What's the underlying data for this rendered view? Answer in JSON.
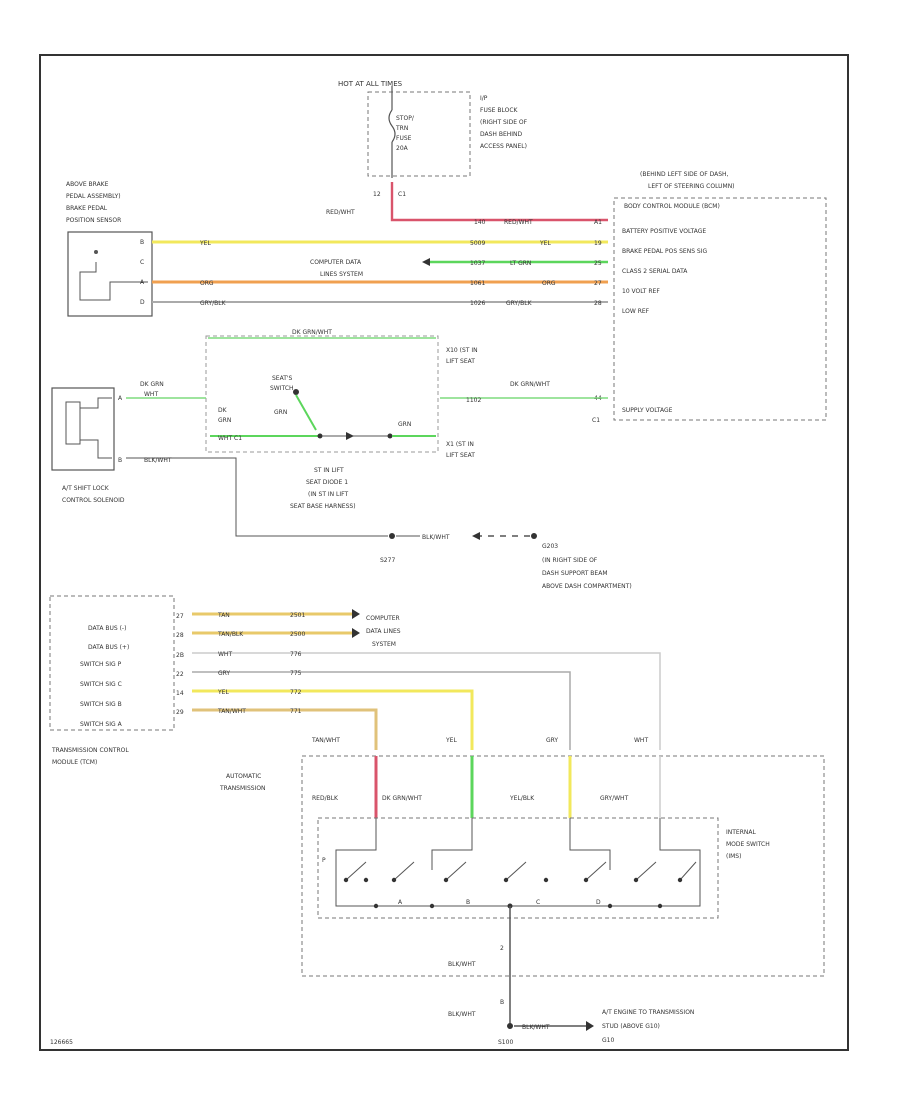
{
  "fuse": {
    "hot_label": "HOT AT ALL TIMES",
    "name_lines": [
      "STOP/",
      "TRN",
      "FUSE",
      "20A"
    ],
    "location_lines": [
      "I/P",
      "FUSE BLOCK",
      "(RIGHT SIDE OF",
      "DASH BEHIND",
      "ACCESS PANEL)"
    ],
    "pin": "12",
    "conn": "C1"
  },
  "brake_switch": {
    "title_lines": [
      "ABOVE BRAKE",
      "PEDAL ASSEMBLY)",
      "BRAKE PEDAL",
      "POSITION SENSOR"
    ],
    "pins": [
      "B",
      "C",
      "A",
      "D"
    ]
  },
  "bcm": {
    "location_lines": [
      "(BEHIND LEFT SIDE OF DASH,",
      "LEFT OF STEERING COLUMN)"
    ],
    "title": "BODY CONTROL MODULE (BCM)",
    "pins": [
      "A1",
      "19",
      "25",
      "27",
      "28"
    ],
    "circuits": [
      "BATTERY POSITIVE VOLTAGE",
      "BRAKE PEDAL POS SENS SIG",
      "CLASS 2 SERIAL DATA",
      "10 VOLT REF",
      "LOW REF"
    ],
    "supply_label": "SUPPLY VOLTAGE",
    "supply_pin": "44",
    "supply_conn": "C1"
  },
  "wires_top": {
    "red_wht": "RED/WHT",
    "red_wht_circuit": "140",
    "red_wht_right": "RED/WHT",
    "yel": "YEL",
    "yel_circuit": "5009",
    "yel_right": "YEL",
    "lt_grn_circuit": "1037",
    "lt_grn": "LT GRN",
    "computer_data": [
      "COMPUTER DATA",
      "LINES SYSTEM"
    ],
    "org": "ORG",
    "org_circuit": "1061",
    "org_right": "ORG",
    "gry_blk": "GRY/BLK",
    "gry_blk_circuit": "1026",
    "gry_blk_right": "GRY/BLK"
  },
  "seat_section": {
    "dk_grn_wht_top": "DK GRN/WHT",
    "dk_grn": "DK GRN",
    "wht": "WHT",
    "seat_switch_lines": [
      "SEAT'S",
      "SWITCH"
    ],
    "grn_label": "GRN",
    "left_label_lines": [
      "DK",
      "GRN",
      "WHT C1"
    ],
    "grn_right": "GRN",
    "x10_lines": [
      "X10 (ST IN",
      "LIFT SEAT"
    ],
    "x11_lines": [
      "X1 (ST IN",
      "LIFT SEAT"
    ],
    "dk_grn_wht_right": "DK GRN/WHT",
    "circuit_1102": "1102",
    "seat_desc_lines": [
      "ST IN LIFT",
      "SEAT DIODE 1",
      "(IN ST IN LIFT",
      "SEAT BASE HARNESS)"
    ],
    "blk_wht": "BLK/WHT",
    "solenoid_pins": [
      "A",
      "B"
    ]
  },
  "shift_lock": {
    "title_lines": [
      "A/T SHIFT LOCK",
      "CONTROL SOLENOID"
    ]
  },
  "ground_mid": {
    "splice": "S277",
    "wire": "BLK/WHT",
    "ground": "G203",
    "location_lines": [
      "(IN RIGHT SIDE OF",
      "DASH SUPPORT BEAM",
      "ABOVE DASH COMPARTMENT)"
    ]
  },
  "tcm": {
    "circuits": [
      "DATA BUS (-)",
      "DATA BUS (+)",
      "SWITCH SIG P",
      "SWITCH SIG C",
      "SWITCH SIG B",
      "SWITCH SIG A"
    ],
    "pins": [
      "27",
      "28",
      "2B",
      "22",
      "14",
      "29"
    ],
    "wire_colors": [
      "TAN",
      "TAN/BLK",
      "WHT",
      "GRY",
      "YEL",
      "TAN/WHT"
    ],
    "circuit_nums": [
      "2501",
      "2500",
      "776",
      "775",
      "772",
      "771"
    ],
    "title_lines": [
      "TRANSMISSION CONTROL",
      "MODULE (TCM)"
    ],
    "computer_data": [
      "COMPUTER",
      "DATA LINES",
      "SYSTEM"
    ]
  },
  "transmission": {
    "title_lines": [
      "AUTOMATIC",
      "TRANSMISSION"
    ],
    "top_wires": [
      "TAN/WHT",
      "YEL",
      "GRY",
      "WHT"
    ],
    "inner_wires": [
      "RED/BLK",
      "DK GRN/WHT",
      "YEL/BLK",
      "GRY/WHT"
    ],
    "switch_lines": [
      "INTERNAL",
      "MODE SWITCH",
      "(IMS)"
    ],
    "switch_letters": [
      "P",
      "A",
      "B",
      "C",
      "D"
    ],
    "ground_wire": "BLK/WHT",
    "ground_pin": "2",
    "lower_pin": "B",
    "bottom_wire": "BLK/WHT",
    "splice": "S100",
    "ground_desc_lines": [
      "A/T ENGINE TO TRANSMISSION",
      "STUD (ABOVE G10)"
    ],
    "ground_name": "G10"
  },
  "footer": {
    "id": "126665"
  },
  "colors": {
    "red": "#d9546b",
    "yellow": "#f2e85c",
    "green": "#5cd65c",
    "orange": "#f0a050",
    "gray": "#9a9a9a",
    "tan": "#e0c27a",
    "border": "#333333"
  }
}
